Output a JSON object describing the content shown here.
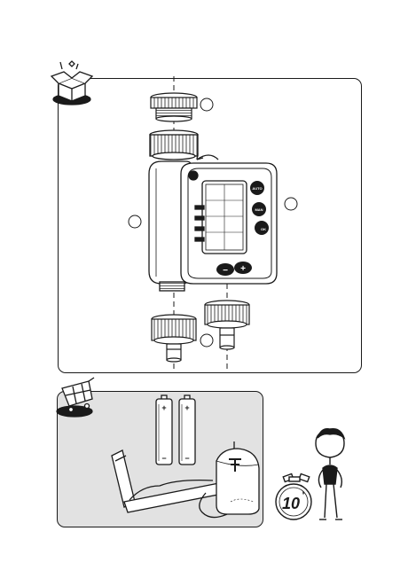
{
  "colors": {
    "ink": "#1a1a1a",
    "panel_fill": "#e2e2e2",
    "page": "#ffffff",
    "lcd": "#ffffff"
  },
  "panel_contents": {
    "icon": "open-box-icon",
    "parts": [
      {
        "name": "threaded-adapter",
        "badge": ""
      },
      {
        "name": "water-timer",
        "badge": ""
      },
      {
        "name": "timer-face",
        "badge": ""
      },
      {
        "name": "hose-connectors",
        "badge": ""
      }
    ]
  },
  "panel_purchase": {
    "icon": "shopping-cart-icon",
    "batteries": {
      "count": 2,
      "plus": "+",
      "minus": "−"
    }
  },
  "timer": {
    "buttons": {
      "auto": "AUTO",
      "man": "MAN",
      "ok": "OK",
      "minus": "−",
      "plus": "+"
    }
  },
  "stopwatch": {
    "icon": "stopwatch-icon",
    "value": "10",
    "unit": "'"
  },
  "person": {
    "icon": "person-icon"
  }
}
